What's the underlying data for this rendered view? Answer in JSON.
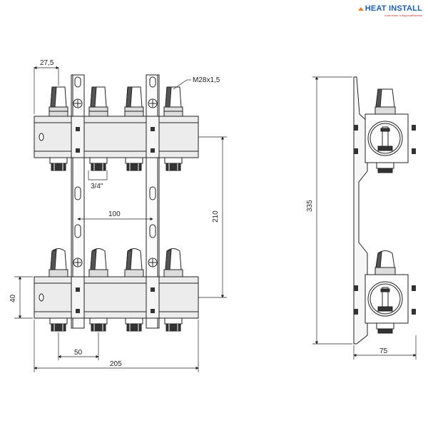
{
  "brand": {
    "name": "HEAT INSTALL",
    "tagline": "отопление и водоснабжение",
    "accent_color": "#1f5fa8",
    "tag_color": "#c0392b"
  },
  "front_view": {
    "valve_thread_label": "M28x1,5",
    "outlet_thread_label": "3/4\"",
    "dim_outlet_offset": "27,5",
    "dim_bracket_spacing": "100",
    "dim_rail_spacing": "210",
    "dim_body_height": "40",
    "dim_outlet_pitch": "50",
    "dim_overall_width": "205",
    "outlets_per_rail": 4
  },
  "side_view": {
    "dim_overall_height": "335",
    "dim_depth": "75"
  },
  "colors": {
    "line": "#222222",
    "body_fill": "#ececec",
    "cap_dark": "#555555"
  }
}
